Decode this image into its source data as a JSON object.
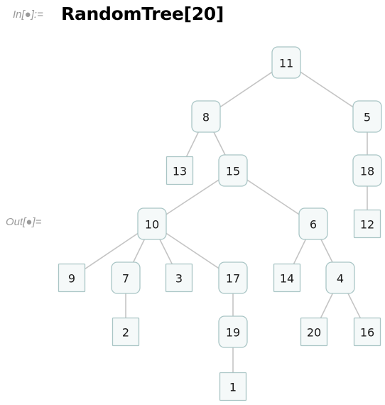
{
  "cell": {
    "input_label": "In[●]:=",
    "input_code": "RandomTree[20]",
    "output_label": "Out[●]="
  },
  "tree": {
    "nodes": [
      {
        "id": "n11",
        "label": "11",
        "shape": "rounded"
      },
      {
        "id": "n8",
        "label": "8",
        "shape": "rounded"
      },
      {
        "id": "n5",
        "label": "5",
        "shape": "rounded"
      },
      {
        "id": "n13",
        "label": "13",
        "shape": "square"
      },
      {
        "id": "n15",
        "label": "15",
        "shape": "rounded"
      },
      {
        "id": "n18",
        "label": "18",
        "shape": "rounded"
      },
      {
        "id": "n10",
        "label": "10",
        "shape": "rounded"
      },
      {
        "id": "n6",
        "label": "6",
        "shape": "rounded"
      },
      {
        "id": "n12",
        "label": "12",
        "shape": "square"
      },
      {
        "id": "n9",
        "label": "9",
        "shape": "square"
      },
      {
        "id": "n7",
        "label": "7",
        "shape": "rounded"
      },
      {
        "id": "n3",
        "label": "3",
        "shape": "square"
      },
      {
        "id": "n17",
        "label": "17",
        "shape": "rounded"
      },
      {
        "id": "n14",
        "label": "14",
        "shape": "square"
      },
      {
        "id": "n4",
        "label": "4",
        "shape": "rounded"
      },
      {
        "id": "n2",
        "label": "2",
        "shape": "square"
      },
      {
        "id": "n19",
        "label": "19",
        "shape": "rounded"
      },
      {
        "id": "n20",
        "label": "20",
        "shape": "square"
      },
      {
        "id": "n16",
        "label": "16",
        "shape": "square"
      },
      {
        "id": "n1",
        "label": "1",
        "shape": "square"
      }
    ],
    "edges": [
      [
        "n11",
        "n8"
      ],
      [
        "n11",
        "n5"
      ],
      [
        "n8",
        "n13"
      ],
      [
        "n8",
        "n15"
      ],
      [
        "n5",
        "n18"
      ],
      [
        "n18",
        "n12"
      ],
      [
        "n15",
        "n10"
      ],
      [
        "n15",
        "n6"
      ],
      [
        "n10",
        "n9"
      ],
      [
        "n10",
        "n7"
      ],
      [
        "n10",
        "n3"
      ],
      [
        "n10",
        "n17"
      ],
      [
        "n6",
        "n14"
      ],
      [
        "n6",
        "n4"
      ],
      [
        "n7",
        "n2"
      ],
      [
        "n17",
        "n19"
      ],
      [
        "n19",
        "n1"
      ],
      [
        "n4",
        "n20"
      ],
      [
        "n4",
        "n16"
      ]
    ]
  }
}
